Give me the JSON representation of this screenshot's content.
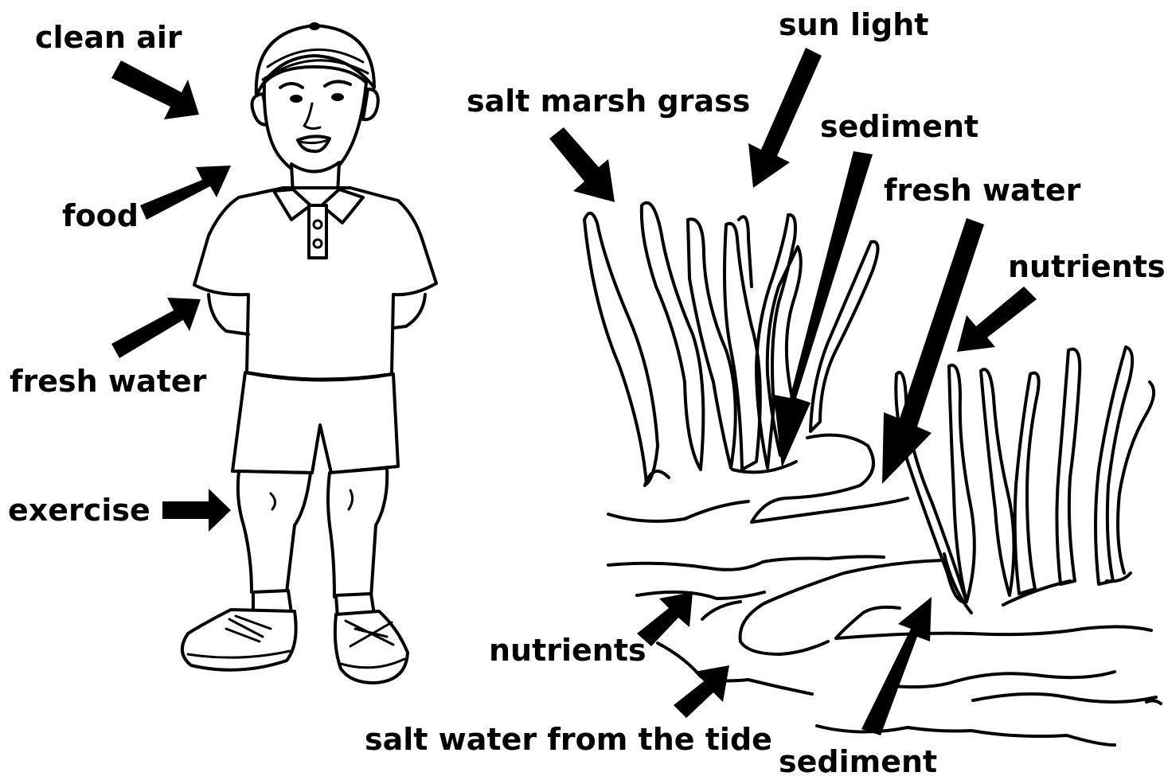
{
  "person": {
    "labels": {
      "clean_air": "clean air",
      "food": "food",
      "fresh_water": "fresh water",
      "exercise": "exercise"
    }
  },
  "marsh": {
    "labels": {
      "sun_light": "sun light",
      "salt_marsh_grass": "salt marsh grass",
      "sediment_top": "sediment",
      "fresh_water": "fresh water",
      "nutrients_right": "nutrients",
      "nutrients_bottom": "nutrients",
      "salt_water": "salt water from the tide",
      "sediment_bottom": "sediment"
    }
  },
  "colors": {
    "ink": "#000000",
    "background": "#ffffff"
  }
}
